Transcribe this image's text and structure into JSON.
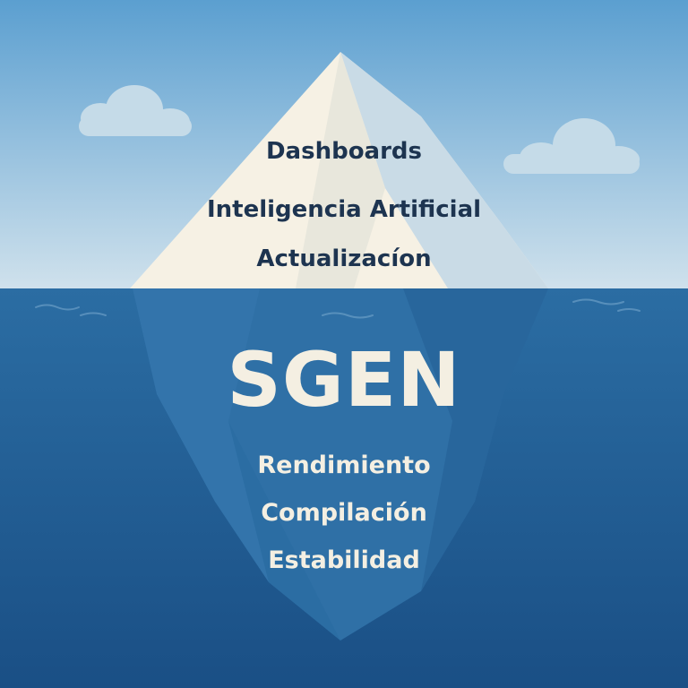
{
  "colors": {
    "sky_top": "#5b9fd0",
    "sky_bottom": "#cfe1ec",
    "water_top": "#2b6da3",
    "water_bottom": "#1a4f85",
    "ice_light": "#f6f1e4",
    "ice_shadow": "#c9dbe6",
    "cloud": "#c5dbe8",
    "text_dark": "#1d3450",
    "text_light": "#f4efe2"
  },
  "tip_labels": [
    "Dashboards",
    "Inteligencia Artificial",
    "Actualizacíon"
  ],
  "title": "SGEN",
  "submerged_labels": [
    "Rendimiento",
    "Compilación",
    "Estabilidad"
  ]
}
